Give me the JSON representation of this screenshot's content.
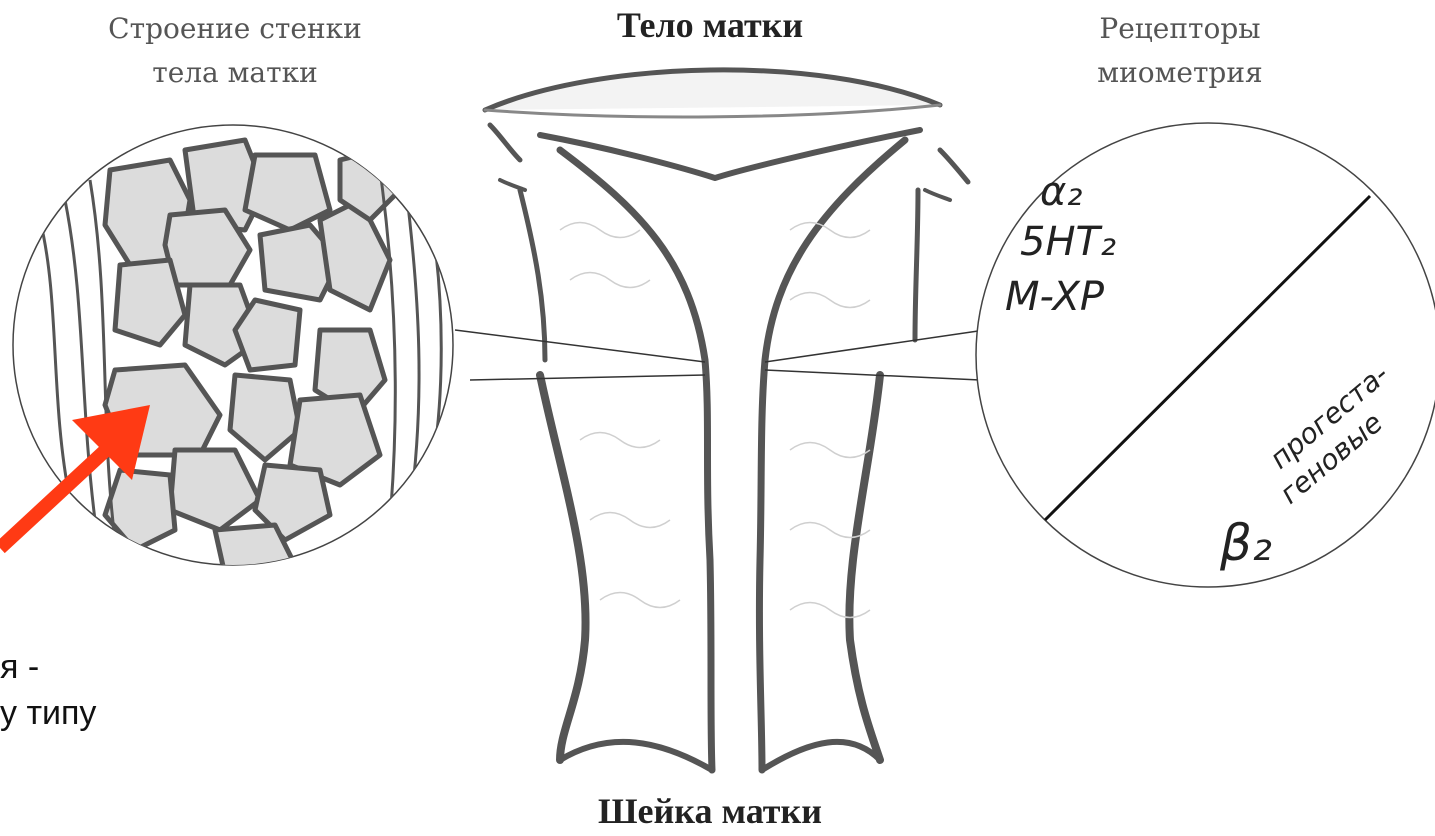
{
  "labels": {
    "wall_structure_line1": "Строение стенки",
    "wall_structure_line2": "тела матки",
    "uterus_body": "Тело матки",
    "receptors_line1": "Рецепторы",
    "receptors_line2": "миометрия",
    "cervix": "Шейка матки"
  },
  "receptors": {
    "upper": [
      "α₂",
      "5HT₂",
      "M-XP"
    ],
    "lower_text_line1": "прогеста-",
    "lower_text_line2": "геновые",
    "lower_symbol": "β₂"
  },
  "annotation": {
    "line1": "я -",
    "line2": "у типу"
  },
  "colors": {
    "arrow": "#ff3a14",
    "outline": "#555555",
    "cell_fill": "#dcdcdc"
  }
}
